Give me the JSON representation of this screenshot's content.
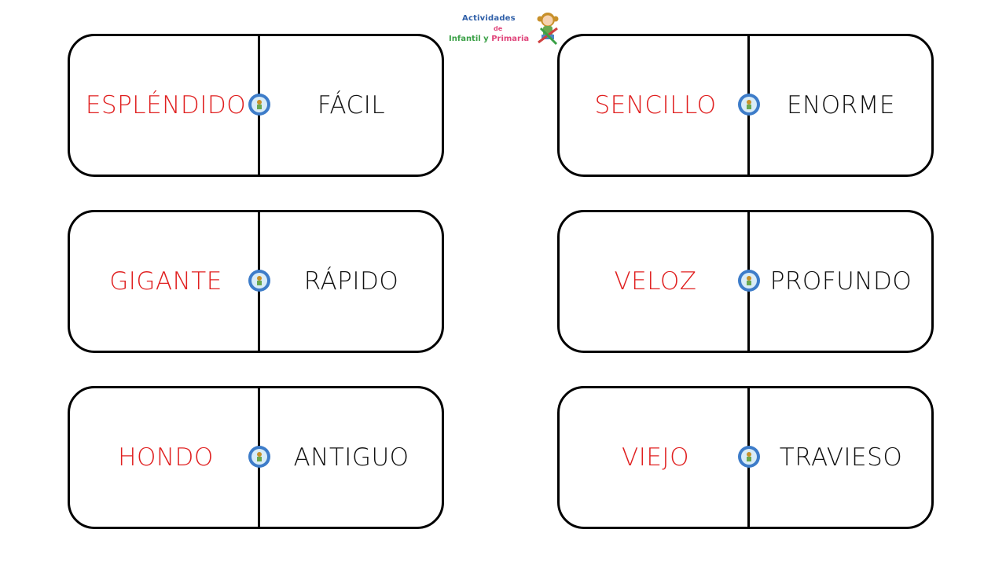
{
  "logo": {
    "line1": "Actividades",
    "line2": "de",
    "line3a": "Infantil y ",
    "line3b": "Primaria"
  },
  "cards": [
    {
      "left": "ESPLÉNDIDO",
      "right": "FÁCIL"
    },
    {
      "left": "SENCILLO",
      "right": "ENORME"
    },
    {
      "left": "GIGANTE",
      "right": "RÁPIDO"
    },
    {
      "left": "VELOZ",
      "right": "PROFUNDO"
    },
    {
      "left": "HONDO",
      "right": "ANTIGUO"
    },
    {
      "left": "VIEJO",
      "right": "TRAVIESO"
    }
  ],
  "colors": {
    "left_word": "#e02020",
    "right_word": "#111111",
    "border": "#000000"
  }
}
